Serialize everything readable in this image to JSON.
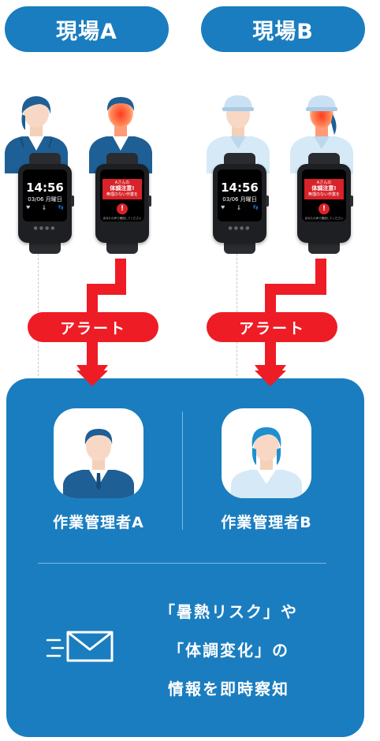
{
  "sites": [
    {
      "label": "現場A"
    },
    {
      "label": "現場B"
    }
  ],
  "watch": {
    "time": "14:56",
    "date": "03/06 月曜日",
    "alert_name": "Aさんの",
    "alert_title": "体調注意!",
    "alert_sub": "無理のない作業を",
    "alert_footer": "あなたの声で確認してください"
  },
  "alert_label": "アラート",
  "managers": [
    {
      "label": "作業管理者A"
    },
    {
      "label": "作業管理者B"
    }
  ],
  "message": {
    "line1": "「暑熱リスク」や",
    "line2": "「体調変化」の",
    "line3": "情報を即時察知"
  },
  "colors": {
    "site_blue": "#1a7dbf",
    "alert_red": "#ee1c25",
    "navy_uniform": "#1e5f95",
    "light_uniform": "#d6e9f6"
  }
}
